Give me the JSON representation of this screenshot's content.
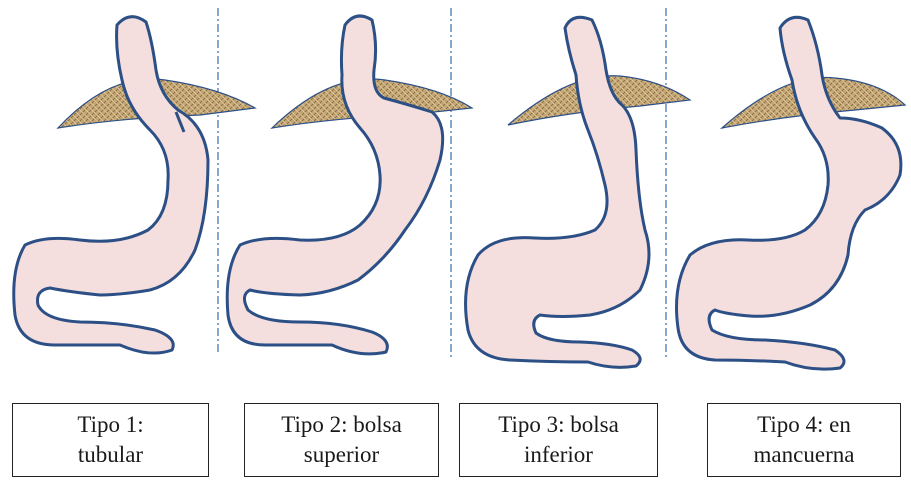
{
  "colors": {
    "stomach_fill": "#f4dede",
    "stomach_outline": "#2c4f86",
    "diaphragm_fill": "#b89a6a",
    "divider": "#3a6ea8"
  },
  "panels": [
    {
      "label": "Tipo 1:\ntubular"
    },
    {
      "label": "Tipo 2: bolsa\nsuperior"
    },
    {
      "label": "Tipo 3: bolsa\ninferior"
    },
    {
      "label": "Tipo 4: en\nmancuerna"
    }
  ]
}
